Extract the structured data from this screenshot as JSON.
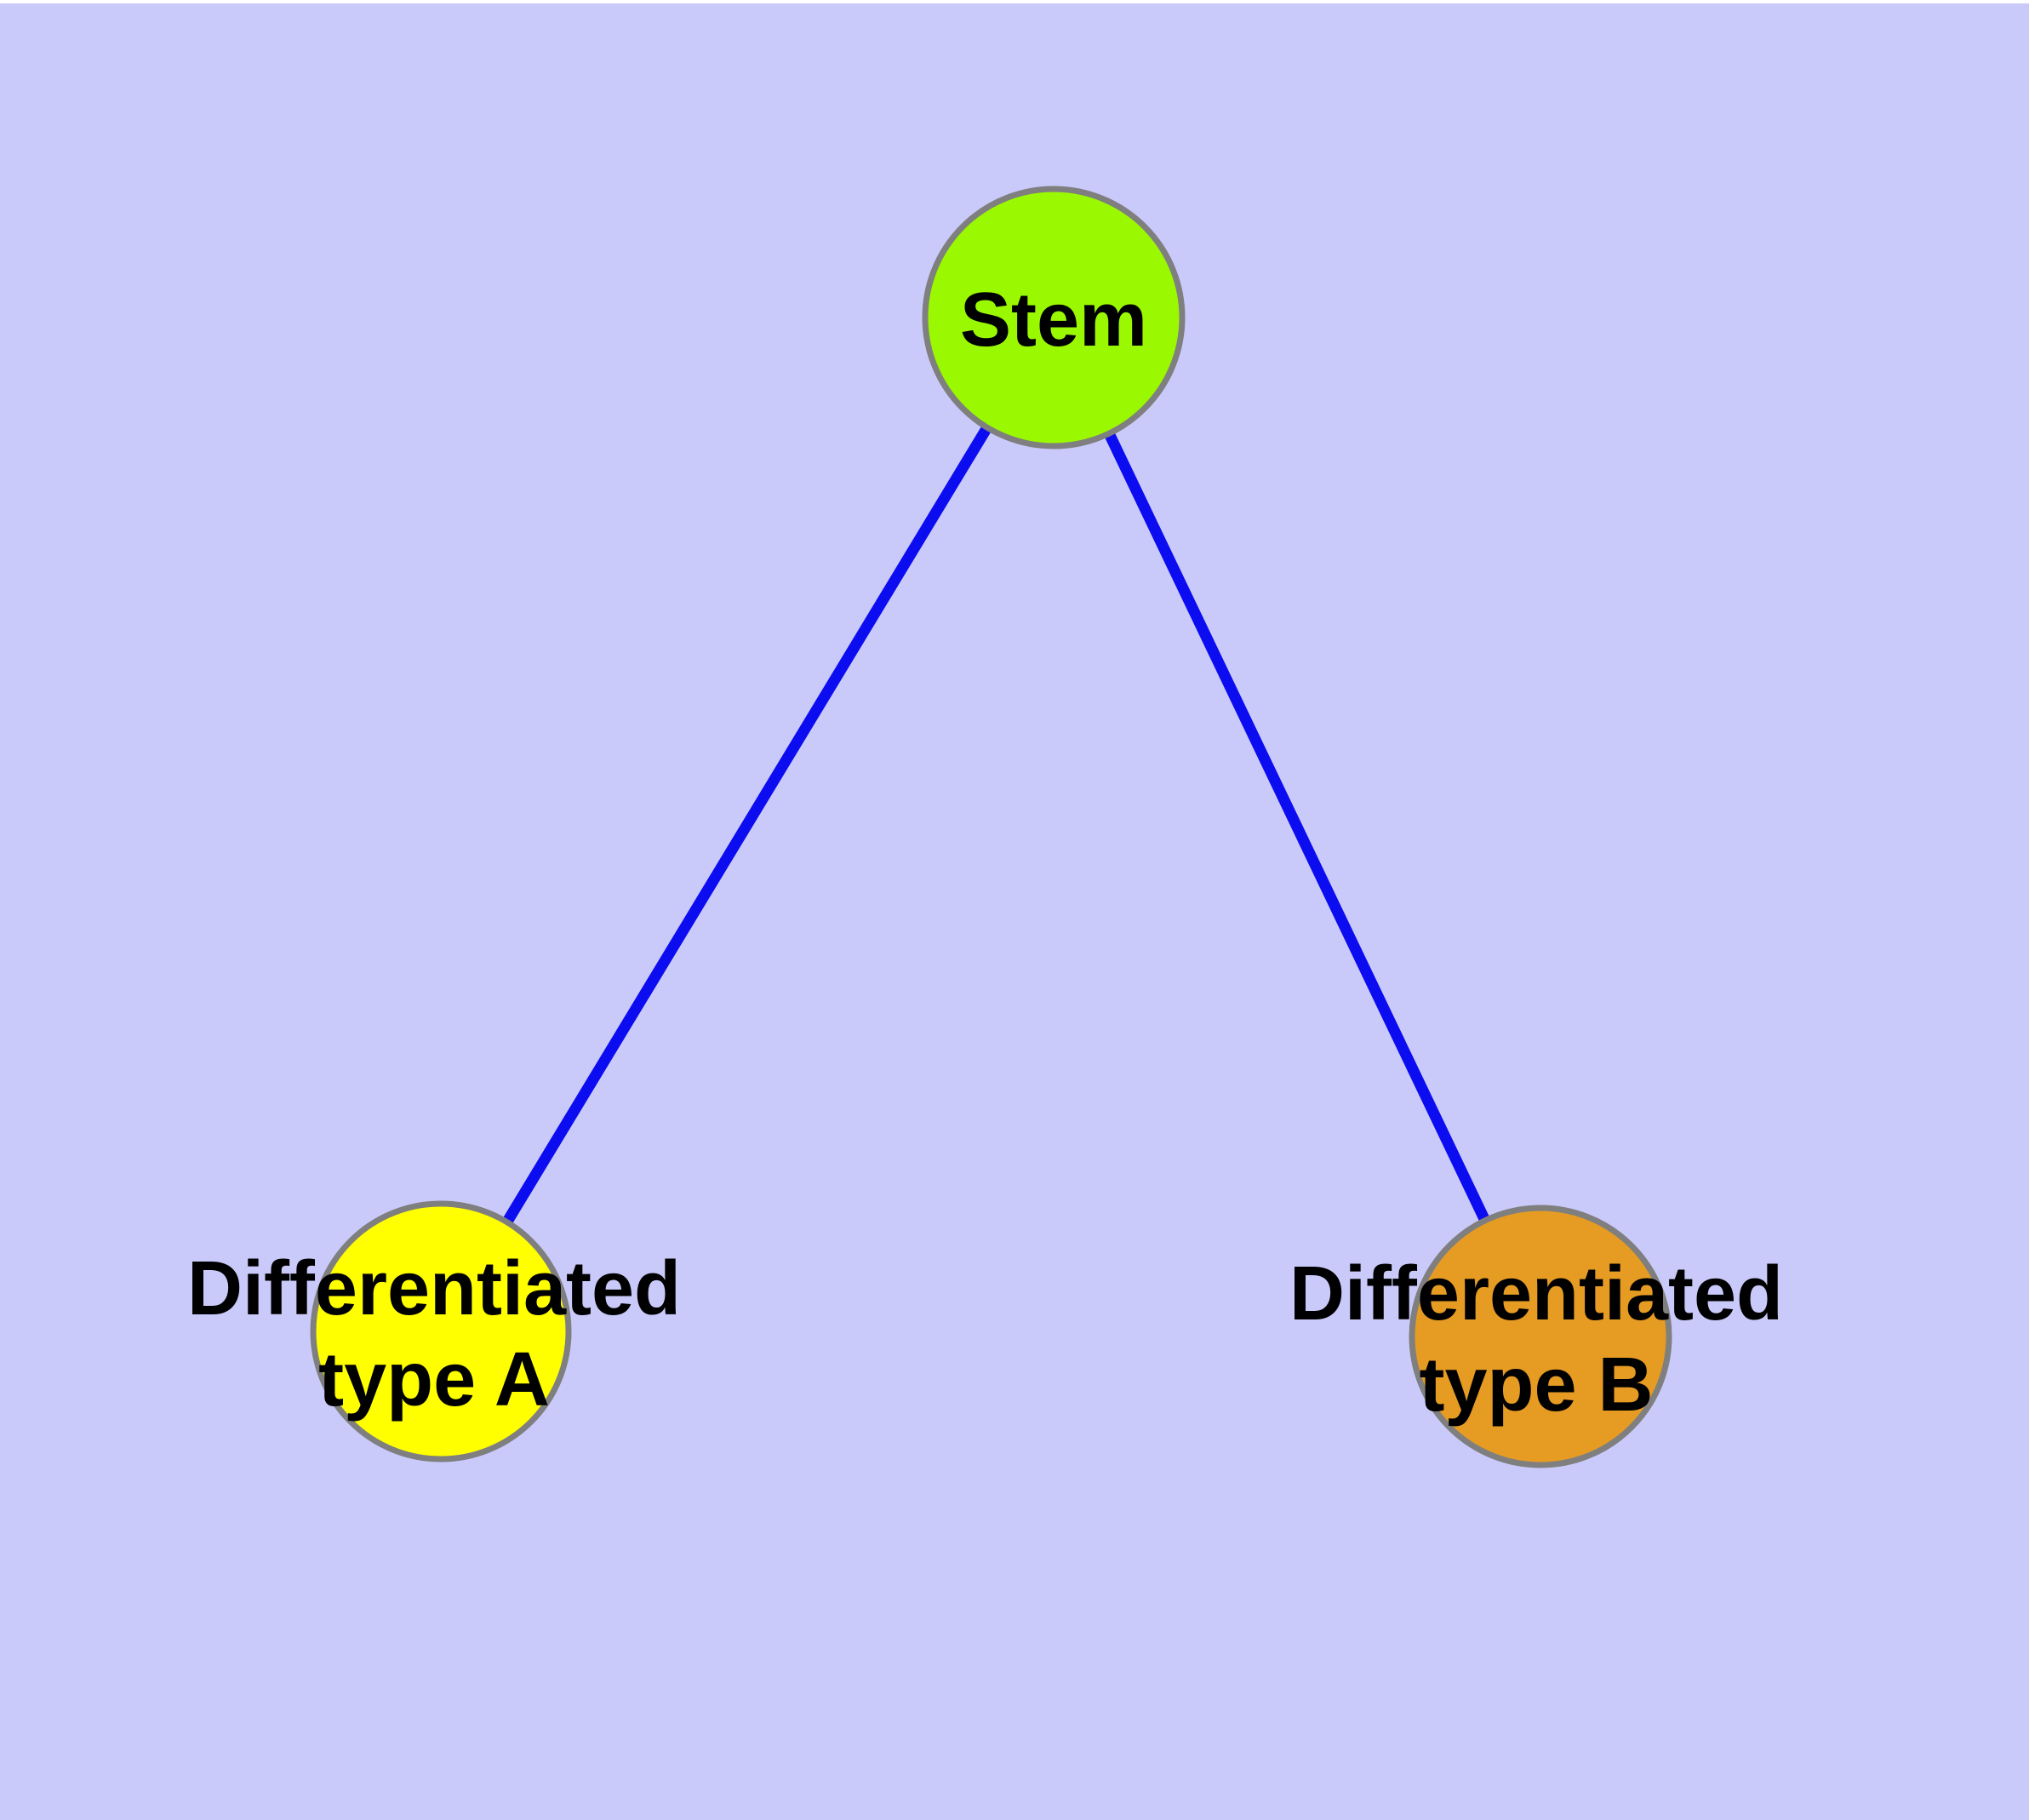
{
  "figure": {
    "background_color": "#CACAFA",
    "top_margin_color": "#FFFFFF",
    "edge_color": "#0C0CF0",
    "node_border_color": "#7F7F7F",
    "text_color": "#000000",
    "nodes": [
      {
        "id": "stem",
        "label": "Stem",
        "shape": "circle",
        "fill": "#9AF900"
      },
      {
        "id": "differentiated-type-a",
        "label_line1": "Differentiated",
        "label_line2": "type A",
        "shape": "circle",
        "fill": "#FFFF00"
      },
      {
        "id": "differentiated-type-b",
        "label_line1": "Differentiated",
        "label_line2": "type B",
        "shape": "circle",
        "fill": "#E69B23"
      }
    ],
    "edges": [
      {
        "from": "Stem",
        "to": "Differentiated type A"
      },
      {
        "from": "Stem",
        "to": "Differentiated type B"
      }
    ]
  }
}
